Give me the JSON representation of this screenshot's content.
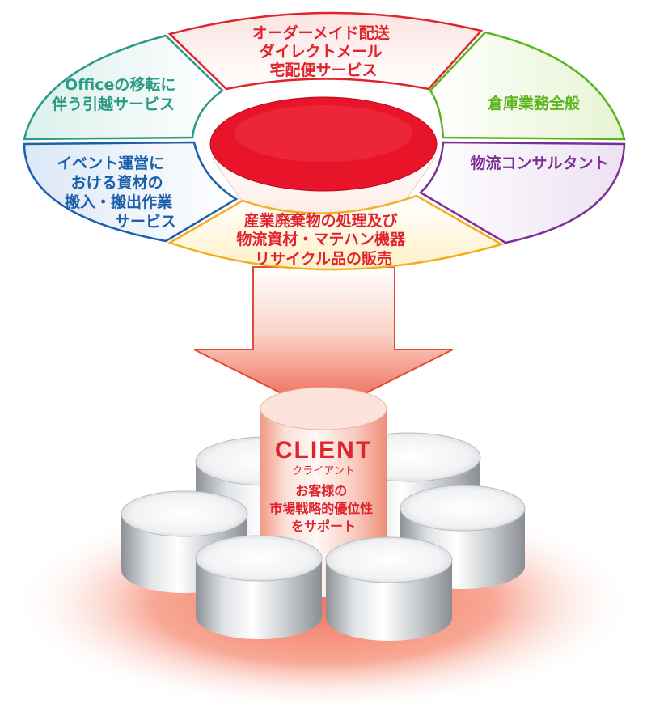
{
  "colors": {
    "top": "#e0242e",
    "right_upper": "#5bb51e",
    "right_lower": "#7b2f95",
    "bottom": "#e0242e",
    "left_lower": "#1b5faa",
    "left_upper": "#2b9a86",
    "core": "#e8142a",
    "arrow": "#e8453c",
    "client_red": "#e0242e"
  },
  "segments": {
    "top": [
      "オーダーメイド配送",
      "ダイレクトメール",
      "宅配便サービス"
    ],
    "right_upper": [
      "倉庫業務全般"
    ],
    "right_lower": [
      "物流コンサルタント"
    ],
    "bottom": [
      "産業廃棄物の処理及び",
      "物流資材・マテハン機器",
      "リサイクル品の販売"
    ],
    "left_lower": [
      "イベント運営に",
      "おける資材の",
      "搬入・搬出作業",
      "サービス"
    ],
    "left_upper": [
      "Officeの移転に",
      "伴う引越サービス"
    ]
  },
  "client": {
    "title": "CLIENT",
    "kana": "クライアント",
    "lines": [
      "お客様の",
      "市場戦略的優位性",
      "をサポート"
    ]
  }
}
